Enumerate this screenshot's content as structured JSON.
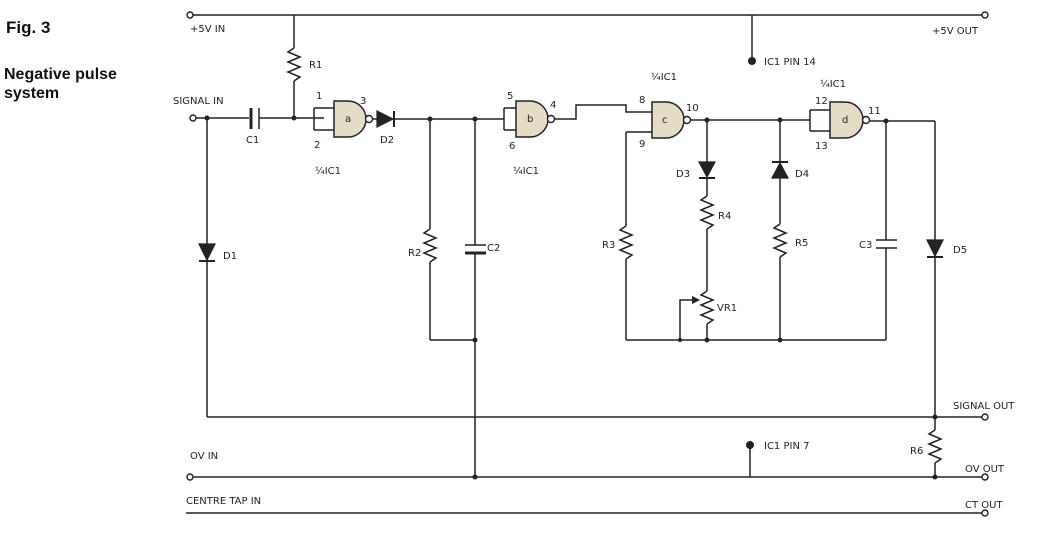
{
  "figure": {
    "number": "Fig. 3",
    "caption": "Negative pulse system"
  },
  "labels": {
    "plus5v_in": "+5V IN",
    "plus5v_out": "+5V OUT",
    "ic1_pin14": "IC1 PIN 14",
    "signal_in": "SIGNAL IN",
    "signal_out": "SIGNAL OUT",
    "ov_in": "OV IN",
    "ov_out": "OV OUT",
    "ic1_pin7": "IC1 PIN 7",
    "centre_tap_in": "CENTRE TAP IN",
    "ct_out": "CT OUT"
  },
  "components": {
    "R1": "R1",
    "R2": "R2",
    "R3": "R3",
    "R4": "R4",
    "R5": "R5",
    "R6": "R6",
    "C1": "C1",
    "C2": "C2",
    "C3": "C3",
    "D1": "D1",
    "D2": "D2",
    "D3": "D3",
    "D4": "D4",
    "D5": "D5",
    "VR1": "VR1"
  },
  "gates": {
    "a": {
      "letter": "a",
      "ic": "¼IC1",
      "pins": [
        "1",
        "2",
        "3"
      ]
    },
    "b": {
      "letter": "b",
      "ic": "¼IC1",
      "pins": [
        "5",
        "6",
        "4"
      ]
    },
    "c": {
      "letter": "c",
      "ic": "¼IC1",
      "pins": [
        "8",
        "9",
        "10"
      ]
    },
    "d": {
      "letter": "d",
      "ic": "¼IC1",
      "pins": [
        "12",
        "13",
        "11"
      ]
    }
  }
}
